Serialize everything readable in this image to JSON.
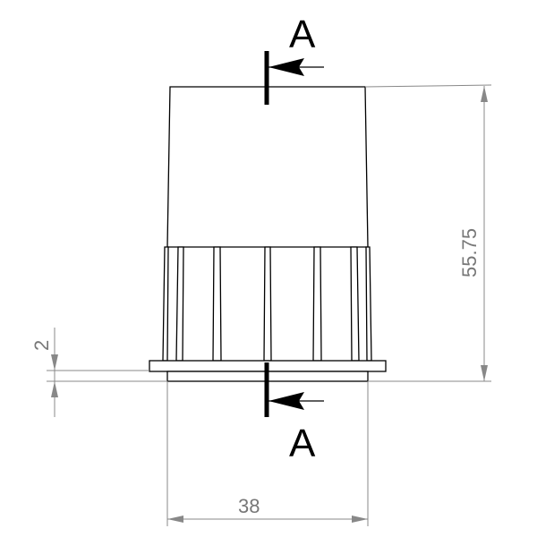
{
  "section": {
    "top_label": "A",
    "bottom_label": "A"
  },
  "dimensions": {
    "height": "55.75",
    "width": "38",
    "flange_thickness": "2"
  },
  "colors": {
    "part": "#000000",
    "dimension": "#888888"
  }
}
